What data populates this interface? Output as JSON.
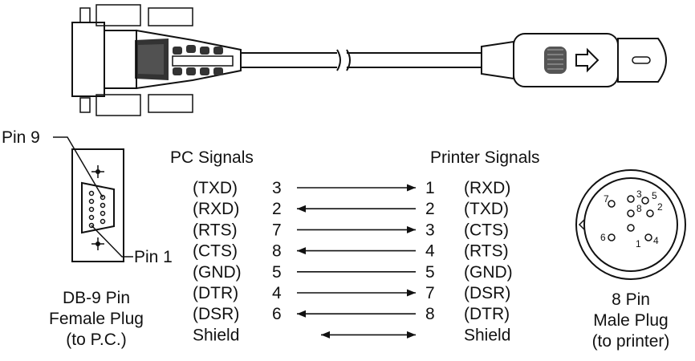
{
  "pin9_label": "Pin 9",
  "pin1_label": "Pin 1",
  "pc_header": "PC Signals",
  "printer_header": "Printer Signals",
  "db9_caption": [
    "DB-9 Pin",
    "Female Plug",
    "(to P.C.)"
  ],
  "din_caption": [
    "8 Pin",
    "Male Plug",
    "(to printer)"
  ],
  "din_pin_numbers": [
    "1",
    "2",
    "3",
    "4",
    "5",
    "6",
    "7",
    "8"
  ],
  "rows": [
    {
      "pc_signal": "(TXD)",
      "pc_pin": "3",
      "printer_pin": "1",
      "printer_signal": "(RXD)",
      "direction": "right"
    },
    {
      "pc_signal": "(RXD)",
      "pc_pin": "2",
      "printer_pin": "2",
      "printer_signal": "(TXD)",
      "direction": "left"
    },
    {
      "pc_signal": "(RTS)",
      "pc_pin": "7",
      "printer_pin": "3",
      "printer_signal": "(CTS)",
      "direction": "right"
    },
    {
      "pc_signal": "(CTS)",
      "pc_pin": "8",
      "printer_pin": "4",
      "printer_signal": "(RTS)",
      "direction": "left"
    },
    {
      "pc_signal": "(GND)",
      "pc_pin": "5",
      "printer_pin": "5",
      "printer_signal": "(GND)",
      "direction": "none"
    },
    {
      "pc_signal": "(DTR)",
      "pc_pin": "4",
      "printer_pin": "7",
      "printer_signal": "(DSR)",
      "direction": "right"
    },
    {
      "pc_signal": "(DSR)",
      "pc_pin": "6",
      "printer_pin": "8",
      "printer_signal": "(DTR)",
      "direction": "left"
    },
    {
      "pc_signal": "Shield",
      "pc_pin": "",
      "printer_pin": "",
      "printer_signal": "Shield",
      "direction": "both"
    }
  ]
}
